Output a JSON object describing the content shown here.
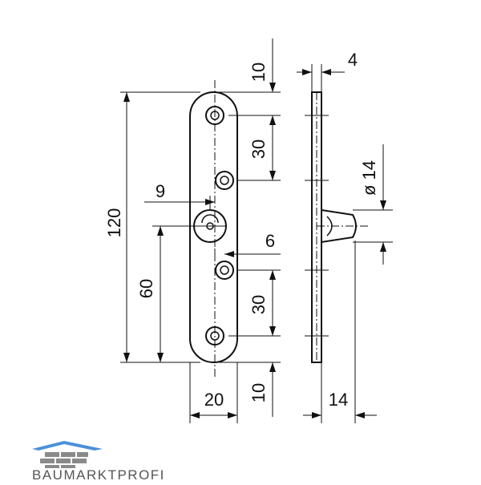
{
  "drawing": {
    "dimensions": {
      "top_margin": "10",
      "upper_spacing": "30",
      "total_height": "120",
      "offset_9": "9",
      "height_60": "60",
      "offset_6": "6",
      "lower_spacing": "30",
      "bottom_margin": "10",
      "width": "20",
      "thickness": "4",
      "pin_diameter": "ø 14",
      "pin_length": "14"
    }
  },
  "logo": {
    "text": "BAUMARKTPROFI",
    "colors": {
      "roof": "#4a90d9",
      "bricks": "#8a8a8a",
      "text": "#555555"
    }
  }
}
